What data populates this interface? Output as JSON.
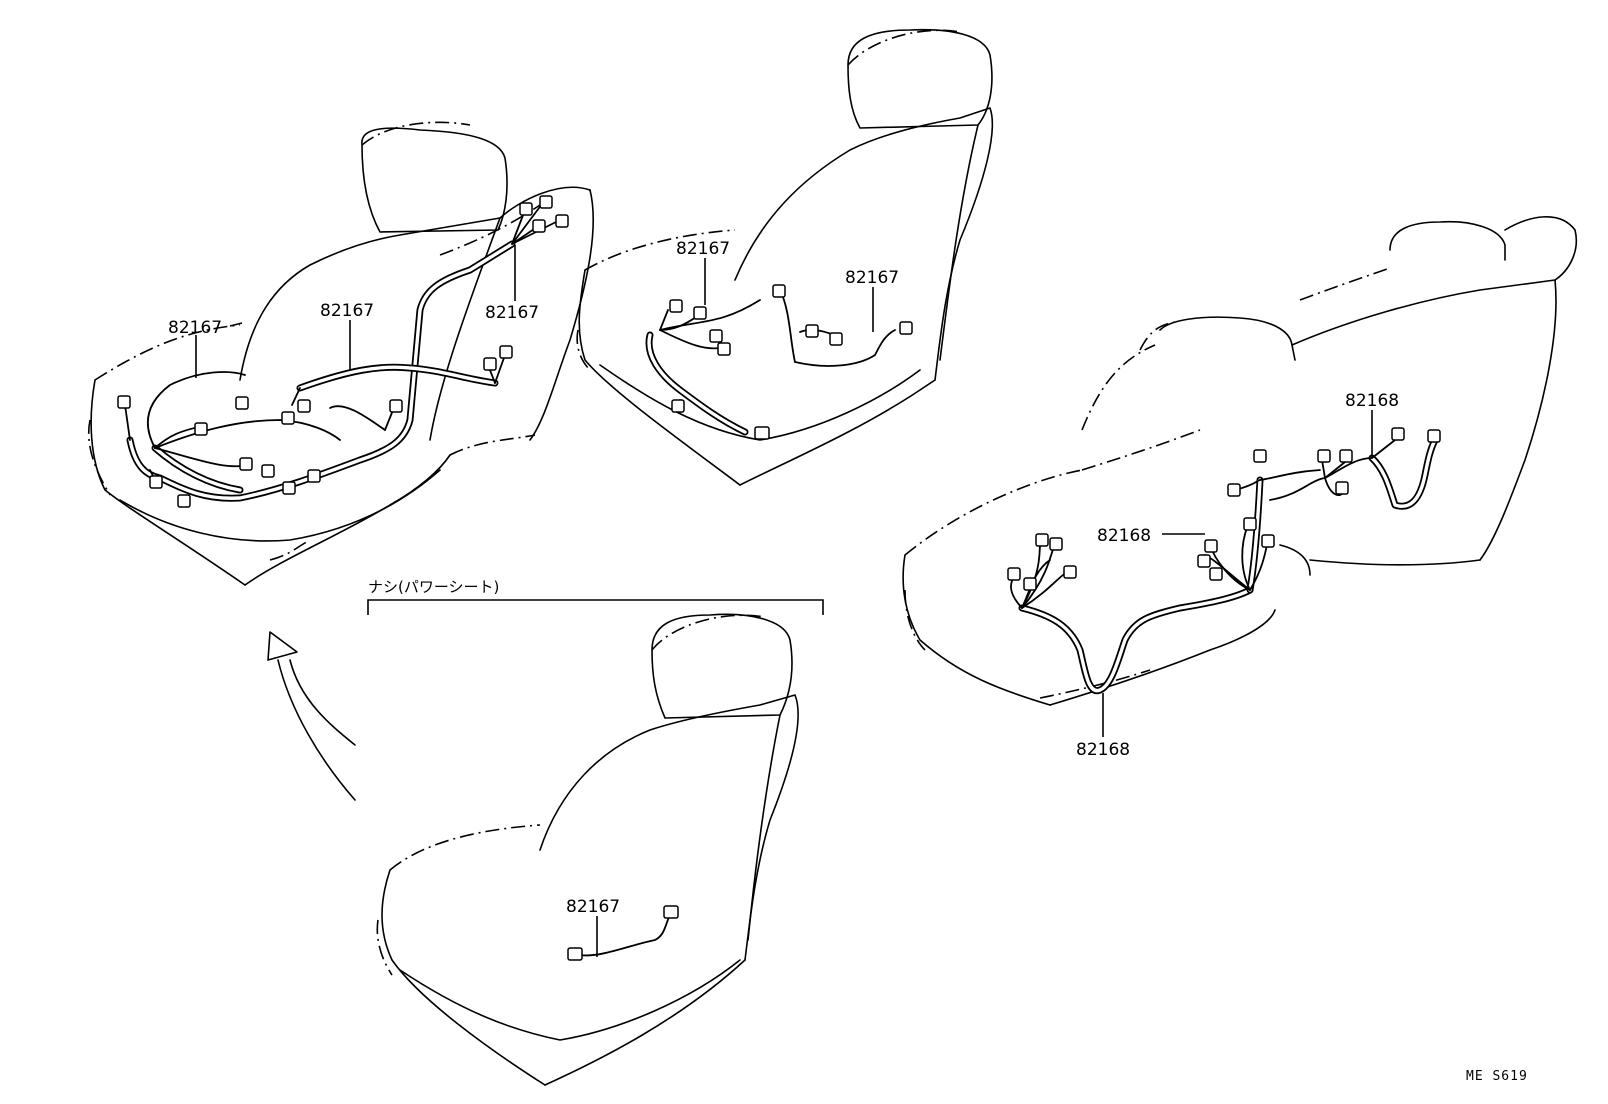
{
  "labels": {
    "front_seat_power": [
      "82167",
      "82167",
      "82167"
    ],
    "front_seat_upper": [
      "82167",
      "82167"
    ],
    "front_seat_manual": "82167",
    "rear_seat": [
      "82168",
      "82168",
      "82168"
    ]
  },
  "note": "ナシ(パワーシート)",
  "figure_code": "ME  S619"
}
